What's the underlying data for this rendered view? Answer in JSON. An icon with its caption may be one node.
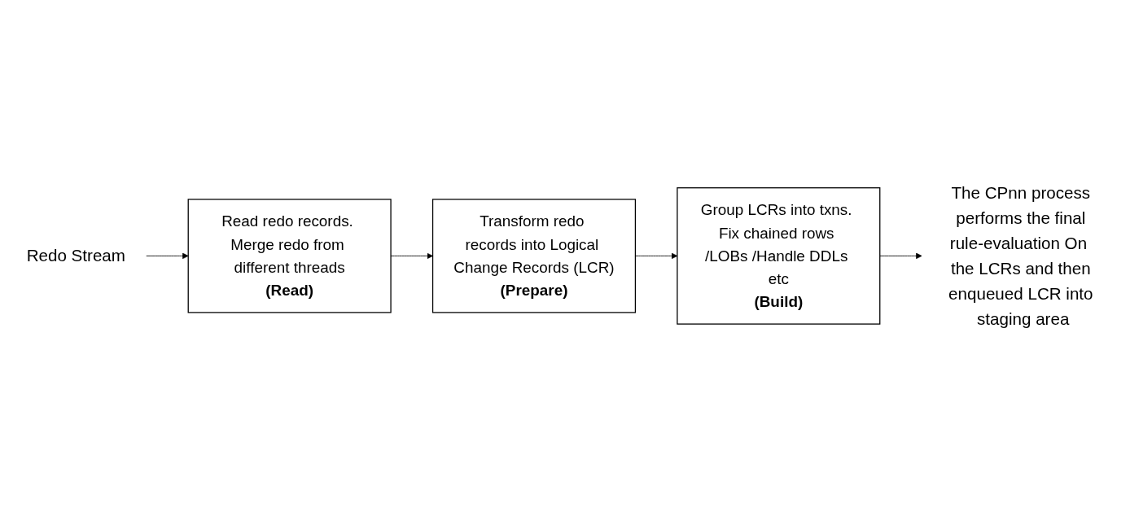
{
  "diagram": {
    "nodes": [
      {
        "text": [
          "Redo Stream"
        ]
      },
      {
        "text": [
          "Read redo records. Merge redo from different threads",
          "(Read)"
        ]
      },
      {
        "text": [
          "Transform redo records into Logical Change Records (LCR)",
          "(Prepare)"
        ]
      },
      {
        "text": [
          "Group LCRs into txns. Fix chained rows /LOBs /Handle DDLs etc",
          "(Build)"
        ]
      },
      {
        "text": [
          "The CPnn process performs the final rule-evaluation On  the LCRs and then enqueued LCR into staging area"
        ]
      }
    ],
    "edges": [
      {
        "from": 0,
        "to": 1,
        "arrow": "to"
      },
      {
        "from": 1,
        "to": 2,
        "arrow": "to"
      },
      {
        "from": 2,
        "to": 3,
        "arrow": "to"
      },
      {
        "from": 3,
        "to": 4,
        "arrow": "to"
      }
    ]
  }
}
